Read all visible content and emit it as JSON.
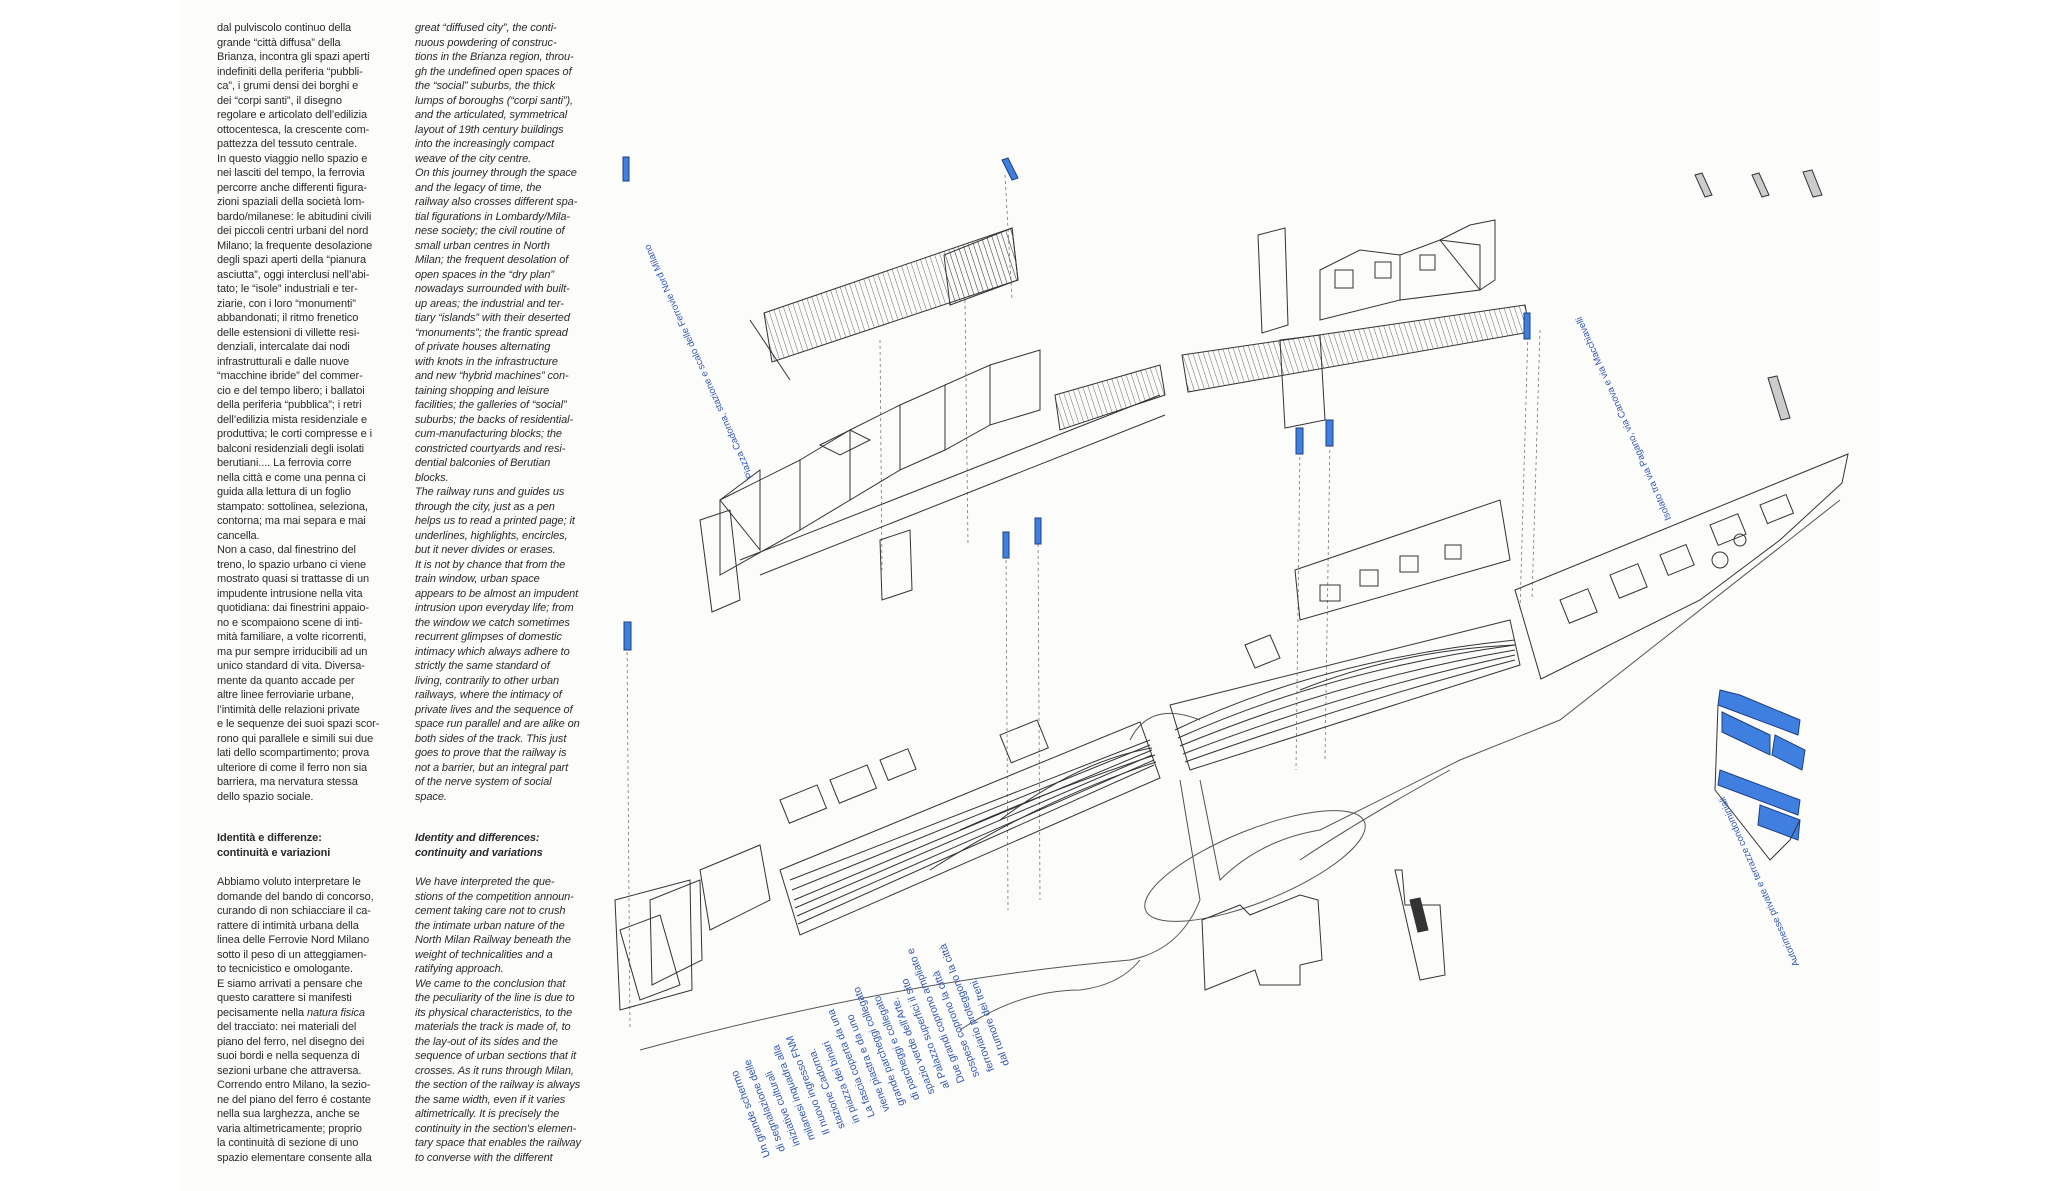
{
  "italian": {
    "part1": [
      "dal pulviscolo continuo della",
      "grande “città diffusa” della",
      "Brianza, incontra  gli spazi aperti",
      "indefiniti della periferia “pubbli-",
      "ca”, i grumi densi dei borghi e",
      "dei “corpi santi”, il disegno",
      "regolare e articolato dell’edilizia",
      "ottocentesca, la crescente com-",
      "pattezza del tessuto centrale.",
      "In questo viaggio nello spazio e",
      "nei lasciti del tempo, la ferrovia",
      "percorre anche differenti figura-",
      "zioni spaziali della società lom-",
      "bardo/milanese: le abitudini civili",
      "dei piccoli centri urbani del nord",
      "Milano; la frequente desolazione",
      "degli spazi aperti della “pianura",
      "asciutta”, oggi interclusi nell’abi-",
      "tato; le “isole” industriali e ter-",
      "ziarie, con i loro “monumenti”",
      "abbandonati; il ritmo frenetico",
      "delle estensioni di villette resi-",
      "denziali, intercalate dai nodi",
      "infrastrutturali e dalle nuove",
      "“macchine ibride” del commer-",
      "cio e del tempo libero; i  ballatoi",
      "della periferia “pubblica”; i retri",
      "dell’edilizia mista residenziale e",
      "produttiva; le corti compresse e i",
      "balconi residenziali degli isolati",
      "berutiani.... La ferrovia corre",
      "nella città e come una penna ci",
      "guida alla lettura di un foglio",
      "stampato: sottolinea, seleziona,",
      "contorna; ma mai separa e mai",
      "cancella.",
      "Non a caso, dal finestrino del",
      "treno, lo spazio urbano ci viene",
      "mostrato quasi si trattasse di un",
      "impudente intrusione nella vita",
      "quotidiana: dai finestrini appaio-",
      "no e scompaiono scene di inti-",
      "mità familiare, a volte ricorrenti,",
      "ma pur sempre irriducibili ad un",
      "unico standard di vita. Diversa-",
      "mente da quanto accade per",
      "altre linee ferroviarie urbane,",
      "l’intimità delle relazioni private",
      "e le sequenze dei suoi spazi scor-",
      "rono qui parallele e simili sui due",
      "lati dello scompartimento; prova",
      "ulteriore di come il ferro non sia",
      "barriera, ma nervatura stessa",
      "dello spazio sociale."
    ],
    "heading": [
      "Identità e differenze:",
      "continuità e variazioni"
    ],
    "part2": [
      "Abbiamo voluto interpretare le",
      "domande del bando di concorso,",
      "curando di non schiacciare il ca-",
      "rattere di intimità urbana della",
      "linea delle Ferrovie Nord Milano",
      "sotto il peso di un atteggiamen-",
      "to tecnicistico e omologante.",
      "E siamo arrivati a pensare che",
      "questo carattere si manifesti",
      [
        "pecisamente nella ",
        "natura fisica"
      ],
      "del tracciato: nei materiali del",
      "piano del ferro, nel disegno dei",
      "suoi bordi e nella sequenza di",
      "sezioni urbane che attraversa.",
      "Correndo entro Milano, la sezio-",
      "ne del piano del ferro é costante",
      "nella sua larghezza, anche se",
      "varia altimetricamente; proprio",
      "la continuità di sezione di uno",
      "spazio elementare consente alla"
    ]
  },
  "english": {
    "part1": [
      "great “diffused city”, the conti-",
      "nuous powdering of construc-",
      "tions in the Brianza region, throu-",
      "gh the undefined open spaces of",
      "the “social” suburbs, the thick",
      "lumps of boroughs (“corpi santi”),",
      "and the articulated, symmetrical",
      "layout of 19th century buildings",
      "into the increasingly compact",
      "weave of the city centre.",
      "On this journey through the space",
      "and the legacy of time, the",
      "railway also crosses different spa-",
      "tial figurations in Lombardy/Mila-",
      "nese society; the civil routine of",
      "small urban centres in North",
      "Milan; the frequent desolation of",
      "open spaces in the “dry plan”",
      "nowadays surrounded with built-",
      "up areas; the industrial and ter-",
      "tiary “islands” with their deserted",
      "“monuments”; the frantic spread",
      "of private houses alternating",
      "with knots in the infrastructure",
      "and new “hybrid machines” con-",
      "taining shopping and leisure",
      "facilities; the galleries of “social”",
      "suburbs; the backs of residential-",
      "cum-manufacturing blocks; the",
      "constricted courtyards and resi-",
      "dential balconies of Berutian",
      "blocks.",
      "The railway runs and guides us",
      "through the city, just as a pen",
      "helps us to read a printed page; it",
      "underlines, highlights, encircles,",
      "but it never divides or erases.",
      "It is not by chance that from the",
      "train window, urban space",
      "appears to be almost an impudent",
      "intrusion upon everyday life; from",
      "the window we catch sometimes",
      "recurrent glimpses of domestic",
      "intimacy which always adhere to",
      "strictly the same standard of",
      "living, contrarily to other urban",
      "railways, where the intimacy of",
      "private lives and the sequence of",
      "space run parallel and are alike on",
      "both sides of the track. This just",
      "goes to prove that the railway is",
      "not a barrier, but an integral part",
      "of the nerve system of social",
      "space."
    ],
    "heading": [
      "Identity and differences:",
      "continuity and variations"
    ],
    "part2": [
      "We have interpreted the que-",
      "stions of the competition announ-",
      "cement taking care not to crush",
      "the intimate urban nature of the",
      "North Milan Railway beneath the",
      "weight of technicalities and a",
      "ratifying approach.",
      "We came to the conclusion that",
      "the peculiarity of the line is due to",
      "its physical characteristics, to the",
      "materials the track is made of, to",
      "the lay-out of its sides and the",
      "sequence of urban sections that it",
      "crosses. As it runs through Milan,",
      "the section of the railway is always",
      "the same width, even if it varies",
      "altimetrically. It is precisely the",
      "continuity in the section's elemen-",
      "tary space that enables the railway",
      "to converse with the different"
    ]
  },
  "drawing_labels": {
    "cadorna": "Piazza Cadorna, stazione e scalo delle Ferrovie Nord Milano",
    "isolato": "Isolato tra via Pagano, via Canova e via Macchiavelli",
    "autorimesse": "Autorimesse private e terrazze condominiali",
    "schermo_lines": [
      "Un grande schermo",
      "di segnalazione delle",
      "iniziative culturali",
      "milanesi inquadra alla",
      "Il nuovo ingresso FNM",
      "stazione Cadorna.",
      "in piazza dei binari",
      "La fascia coperta da una",
      "viene piastra e da uno",
      "grande parcheggi collegato",
      "di parcheggi e collegato",
      "spazio verde dell'Arte.",
      "al Palazzo superfici il sito",
      "Due grandi coprono ampliato e",
      "sospese coprono la città",
      "ferroviario proteggono la città",
      "dal rumore dei treni."
    ]
  },
  "colors": {
    "label_blue": "#2f55b5",
    "marker_blue": "#3f7fe0",
    "ink": "#333333"
  }
}
